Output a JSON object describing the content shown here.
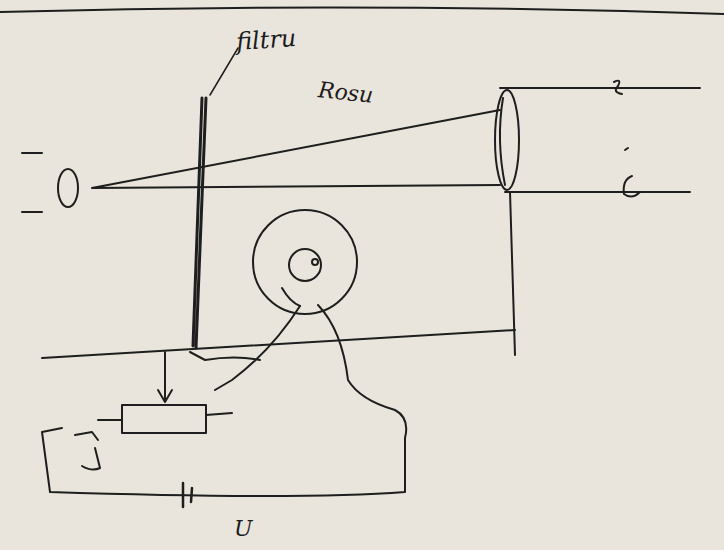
{
  "diagram": {
    "labels": [
      "filtru",
      "Rosu",
      "U"
    ]
  }
}
